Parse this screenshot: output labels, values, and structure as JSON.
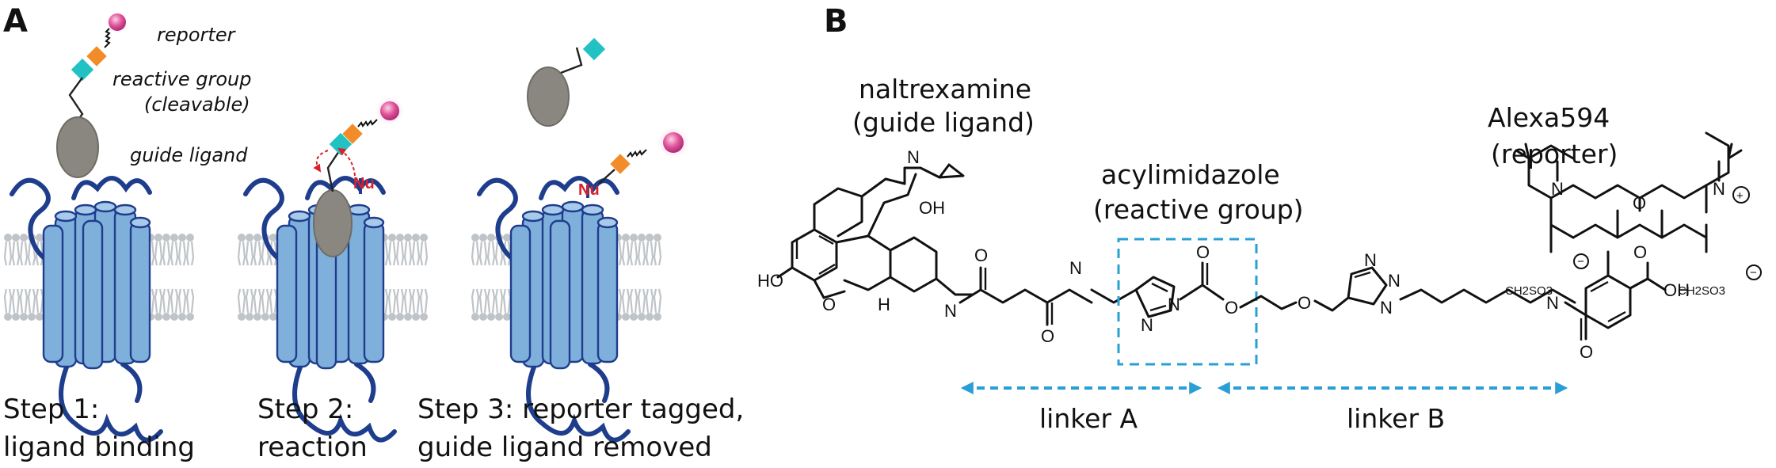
{
  "panels": {
    "a": {
      "label": "A",
      "legend": {
        "reporter": "reporter",
        "reactive_group_line1": "reactive group",
        "reactive_group_line2": "(cleavable)",
        "guide_ligand": "guide ligand"
      },
      "nucleophile": "Nu",
      "steps": [
        {
          "line1": "Step 1:",
          "line2": "ligand binding"
        },
        {
          "line1": "Step 2:",
          "line2": "reaction"
        },
        {
          "line1": "Step 3: reporter tagged,",
          "line2": "guide ligand removed"
        }
      ],
      "colors": {
        "reporter": "#e0559b",
        "reactive_teal": "#22c1c3",
        "reactive_orange": "#f28c28",
        "ligand": "#8a8780",
        "receptor": "#7fb0dc",
        "loop": "#1e3d8c",
        "membrane": "#bfc4c8",
        "nucleophile": "#d8202a"
      }
    },
    "b": {
      "label": "B",
      "naltrexamine": {
        "line1": "naltrexamine",
        "line2": "(guide ligand)"
      },
      "acylimidazole": {
        "line1": "acylimidazole",
        "line2": "(reactive group)"
      },
      "alexa": {
        "line1": "Alexa594",
        "line2": "(reporter)"
      },
      "linker_a": "linker A",
      "linker_b": "linker B",
      "atoms": {
        "ho": "HO",
        "o": "O",
        "oh": "OH",
        "n": "N",
        "nh": "N",
        "h": "H",
        "so3_left": "CH2SO3",
        "so3_right": "CH2SO3",
        "cooh": "OH"
      },
      "colors": {
        "linker_arrow": "#2a9fd6",
        "box": "#2a9fd6"
      }
    }
  }
}
